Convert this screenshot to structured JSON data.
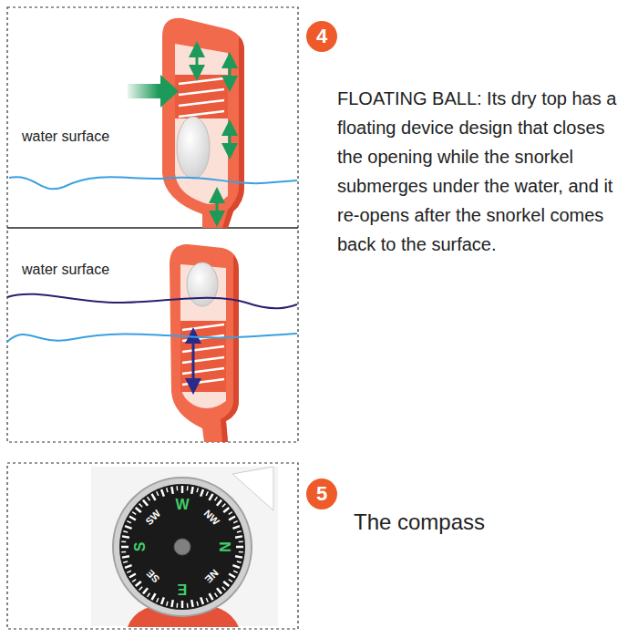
{
  "diagram": {
    "nodes": [
      {
        "text": [
          "4"
        ]
      },
      {
        "text": [
          "5"
        ]
      }
    ],
    "labels": [
      "water surface",
      "FLOATING BALL: Its dry top has a floating device design that closes the opening while the snorkel submerges under the water, and it re-opens after the snorkel comes back to the surface.",
      "water surface",
      "The compass",
      "W",
      "NW",
      "N",
      "NE",
      "E",
      "SE",
      "S",
      "SW"
    ]
  }
}
